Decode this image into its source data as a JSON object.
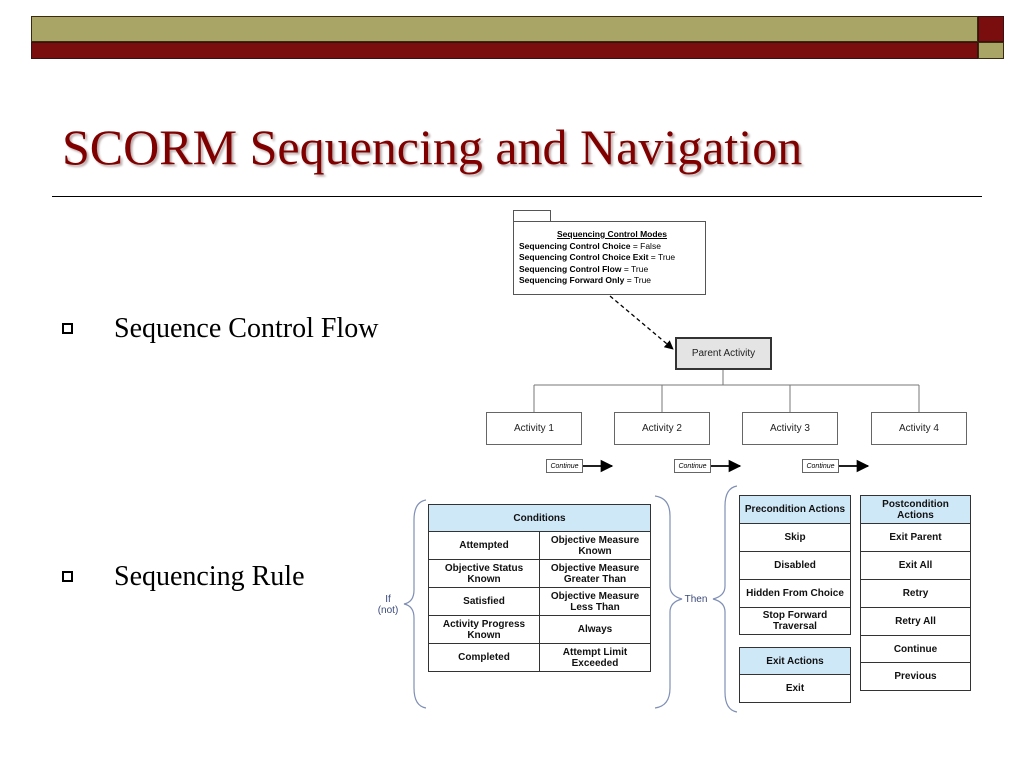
{
  "slide": {
    "title": "SCORM Sequencing and Navigation",
    "bullets": [
      "Sequence Control Flow",
      "Sequencing Rule"
    ]
  },
  "control_modes": {
    "heading": "Sequencing Control Modes",
    "lines": [
      {
        "label": "Sequencing Control Choice",
        "value": " = False"
      },
      {
        "label": "Sequencing Control Choice Exit",
        "value": " = True"
      },
      {
        "label": "Sequencing Control Flow",
        "value": " = True"
      },
      {
        "label": "Sequencing Forward Only",
        "value": " = True"
      }
    ]
  },
  "tree": {
    "parent": "Parent Activity",
    "activities": [
      "Activity 1",
      "Activity 2",
      "Activity 3",
      "Activity 4"
    ],
    "continue_label": "Continue"
  },
  "rules": {
    "if_label": "If\n(not)",
    "then_label": "Then",
    "conditions_header": "Conditions",
    "conditions": [
      [
        "Attempted",
        "Objective Measure Known"
      ],
      [
        "Objective Status Known",
        "Objective Measure Greater Than"
      ],
      [
        "Satisfied",
        "Objective Measure Less Than"
      ],
      [
        "Activity Progress Known",
        "Always"
      ],
      [
        "Completed",
        "Attempt Limit Exceeded"
      ]
    ],
    "precondition_header": "Precondition Actions",
    "precondition_actions": [
      "Skip",
      "Disabled",
      "Hidden From Choice",
      "Stop Forward Traversal"
    ],
    "exit_header": "Exit Actions",
    "exit_actions": [
      "Exit"
    ],
    "postcondition_header": "Postcondition Actions",
    "postcondition_actions": [
      "Exit Parent",
      "Exit All",
      "Retry",
      "Retry All",
      "Continue",
      "Previous"
    ]
  }
}
